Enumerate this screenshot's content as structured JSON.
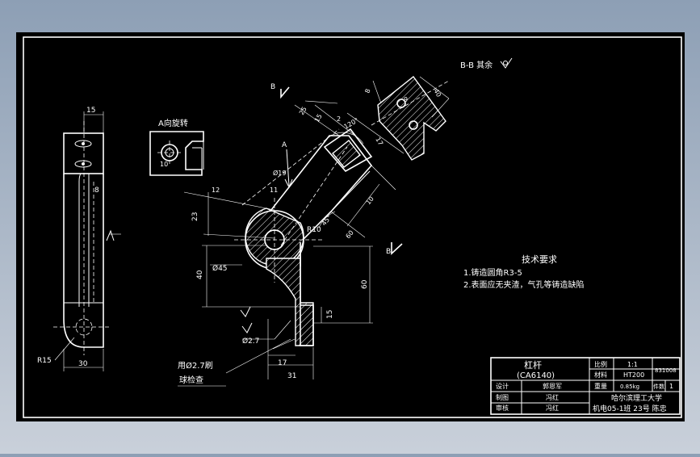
{
  "drawing": {
    "section_label": "B-B 其余",
    "view_a_label": "A向旋转",
    "arrow_a": "A",
    "arrow_b_top": "B",
    "arrow_b_bottom": "B",
    "note_drill": "用Ø2.7刷",
    "note_ball": "球检查",
    "dims": {
      "d15": "15",
      "d30": "30",
      "dR15": "R15",
      "d8": "8",
      "d10": "10",
      "d12": "12",
      "d23": "23",
      "d45": "Ø45",
      "d40": "40",
      "d60": "60",
      "d17": "17",
      "d31": "31",
      "d2_7": "Ø2.7",
      "dR10": "R10",
      "d19": "Ø19",
      "d11": "11",
      "d9": "9",
      "d25": "25",
      "d40b": "40",
      "d8b": "8",
      "d2": "2",
      "d120": "120°",
      "d45deg": "45°"
    }
  },
  "tech": {
    "title": "技术要求",
    "line1": "1.铸造圆角R3-5",
    "line2": "2.表面应无夹渣，气孔等铸造缺陷"
  },
  "title_block": {
    "part_name": "杠杆",
    "machine": "(CA6140)",
    "scale_label": "比例",
    "scale_value": "1:1",
    "material_label": "材料",
    "material_value": "HT200",
    "weight_label": "重量",
    "weight_value": "0.85kg",
    "count_label": "件数",
    "count_value": "1",
    "drawing_no": "831008",
    "design_label": "设计",
    "design_name": "郭恩军",
    "draw_label": "制图",
    "draw_name": "冯红",
    "review_label": "审核",
    "review_name": "冯红",
    "school": "哈尔滨理工大学",
    "class_info": "机电05-1班 23号 陈忠"
  }
}
